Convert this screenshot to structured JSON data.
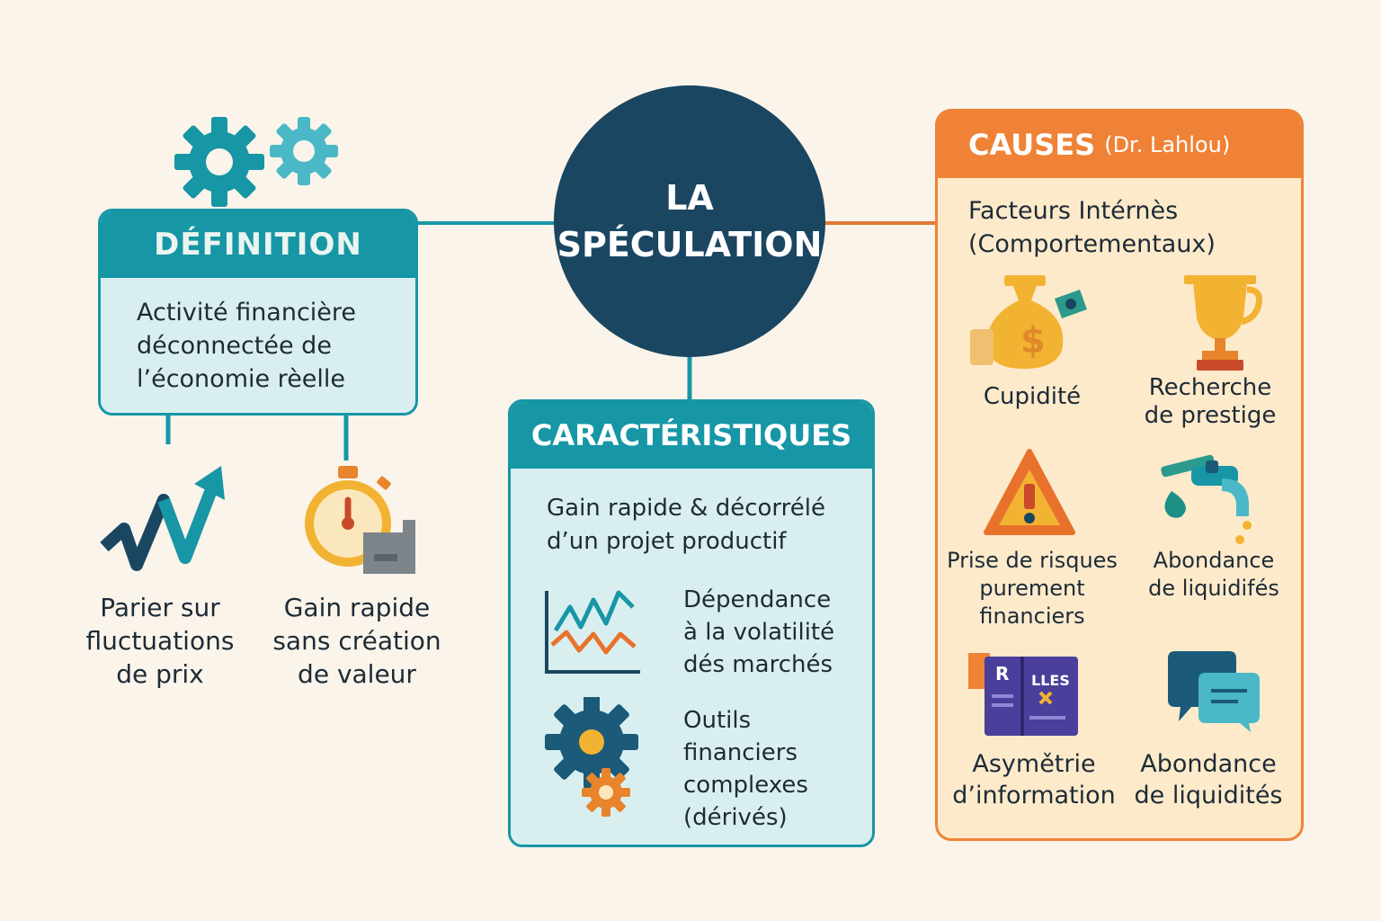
{
  "center": {
    "line1": "LA",
    "line2": "SPÉCULATION"
  },
  "definition": {
    "title": "DÉFINITION",
    "lines": [
      "Activité financière",
      "déconnectée de",
      "l’économie rèelle"
    ]
  },
  "definition_children": [
    {
      "icon": "zigzag-arrow-icon",
      "lines": [
        "Parier sur",
        "fluctuations",
        "de prix"
      ]
    },
    {
      "icon": "stopwatch-icon",
      "lines": [
        "Gain rapide",
        "sans création",
        "de valeur"
      ]
    }
  ],
  "characteristics": {
    "title": "CARACTÉRISTIQUES",
    "intro": [
      "Gain rapide & décorrélé",
      "d’un projet productif"
    ],
    "items": [
      {
        "icon": "volatility-chart-icon",
        "lines": [
          "Dépendance",
          "à la volatilité",
          "dés marchés"
        ]
      },
      {
        "icon": "gears-icon",
        "lines": [
          "Outils",
          "financiers",
          "complexes",
          "(dérivés)"
        ]
      }
    ]
  },
  "causes": {
    "title": "CAUSES",
    "subtitle": "(Dr. Lahlou)",
    "category": [
      "Facteurs Intérnès",
      "(Comportementaux)"
    ],
    "items": [
      {
        "icon": "money-bag-icon",
        "lines": [
          "Cupidité"
        ]
      },
      {
        "icon": "trophy-icon",
        "lines": [
          "Recherche",
          "de prestige"
        ]
      },
      {
        "icon": "warning-icon",
        "lines": [
          "Prise de risques",
          "purement",
          "financiers"
        ]
      },
      {
        "icon": "faucet-icon",
        "lines": [
          "Abondance",
          "de liquidifés"
        ]
      },
      {
        "icon": "book-icon",
        "lines": [
          "Asymětrie",
          "d’information"
        ],
        "book_text": [
          "R",
          "LLES"
        ]
      },
      {
        "icon": "chat-bubbles-icon",
        "lines": [
          "Abondance",
          "de liquidités"
        ]
      }
    ]
  },
  "colors": {
    "teal": "#1796a6",
    "navy": "#1b4661",
    "orange": "#ef8236",
    "background": "#faf4ea"
  }
}
